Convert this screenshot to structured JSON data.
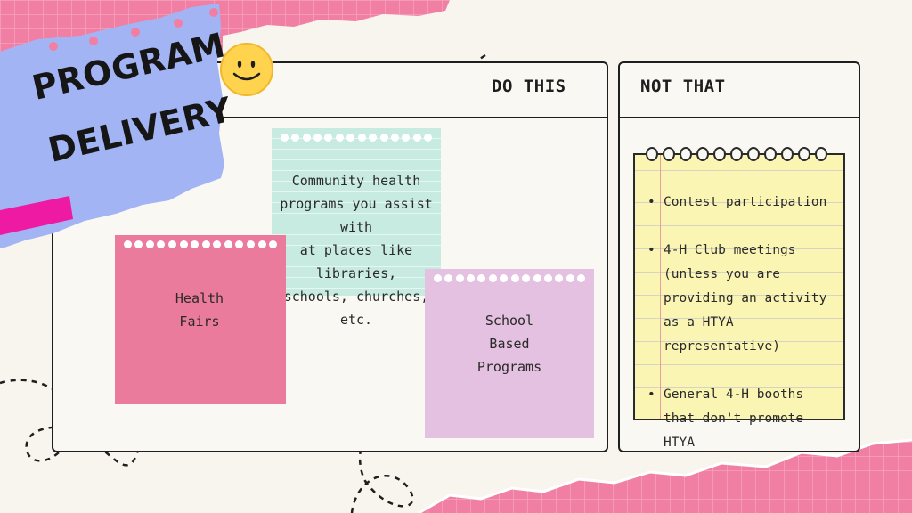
{
  "title": {
    "line1": "PROGRAM",
    "line2": "DELIVERY"
  },
  "columns": {
    "do": "DO THIS",
    "not": "NOT THAT"
  },
  "notes": {
    "community": [
      "Community health",
      "programs you assist with",
      "at places like libraries,",
      "schools, churches, etc."
    ],
    "health": [
      "Health",
      "Fairs"
    ],
    "school": [
      "School",
      "Based",
      "Programs"
    ]
  },
  "not_that_items": [
    "Contest participation",
    "4-H Club meetings (unless you are providing an activity as a HTYA representative)",
    "General 4-H booths that don't promote HTYA"
  ],
  "colors": {
    "pink_accent": "#f07fa3",
    "title_sticker": "#a3b4f5",
    "teal_note": "#c7ebe0",
    "pink_note": "#eb7b9d",
    "lilac_note": "#e4c0e1",
    "yellow_pad": "#fbf5b4",
    "magenta_tape": "#ee1aa4",
    "smiley": "#ffd34d"
  },
  "icons": [
    "smiley-face-icon"
  ]
}
